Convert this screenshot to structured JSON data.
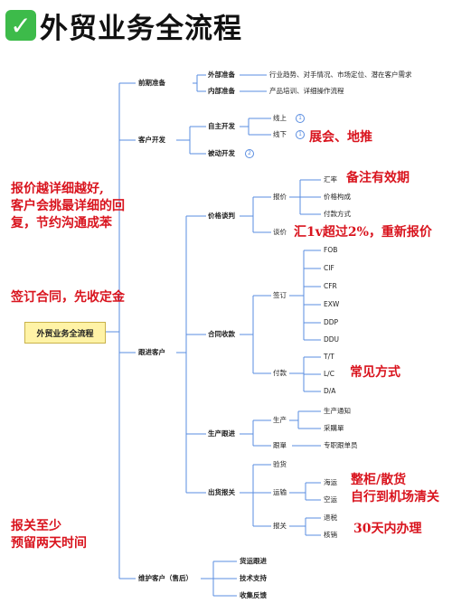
{
  "title": {
    "check": "✅",
    "text": "外贸业务全流程"
  },
  "root": "外贸业务全流程",
  "nodes": {
    "early": "前期准备",
    "external_prep": "外部准备",
    "external_detail": "行业趋势、对手情况、市场定位、潜在客户需求",
    "internal_prep": "内部准备",
    "internal_detail": "产品培训、详细操作流程",
    "dev": "客户开发",
    "active": "自主开发",
    "online": "线上",
    "offline": "线下",
    "passive": "被动开发",
    "circle1": "1",
    "circle1b": "1",
    "circle2": "2",
    "follow": "跟进客户",
    "price_talk": "价格谈判",
    "quote": "报价",
    "fx": "汇率",
    "price_comp": "价格构成",
    "payment_way": "付款方式",
    "negotiate": "谈价",
    "contract": "合同收款",
    "sign": "签订",
    "fob": "FOB",
    "cif": "CIF",
    "cfr": "CFR",
    "exw": "EXW",
    "ddp": "DDP",
    "ddu": "DDU",
    "pay": "付款",
    "tt": "T/T",
    "lc": "L/C",
    "da": "D/A",
    "prod_follow": "生产跟进",
    "production": "生产",
    "prod_notice": "生产通知",
    "purchase": "采購單",
    "track": "跟單",
    "track_staff": "专职跟单员",
    "ship": "出货报关",
    "inspect": "验货",
    "transport": "运输",
    "sea": "海运",
    "air": "空运",
    "customs": "报关",
    "tax_refund": "退税",
    "verify": "核销",
    "maintain": "维护客户（售后）",
    "goods_track": "货运跟进",
    "tech": "技术支持",
    "feedback": "收集反馈"
  },
  "annotations": {
    "quote_tip": [
      "报价越详细越好,",
      "客户会挑最详细的回",
      "复，节约沟通成苯"
    ],
    "contract_tip": "签订合同，先收定金",
    "customs_tip": [
      "报关至少",
      "预留两天时间"
    ],
    "expo": "展会、地推",
    "validity": "备注有效期",
    "requote": "汇1v超过2%，重新报价",
    "common_pay": "常见方式",
    "container": [
      "整柜/散货",
      "自行到机场清关"
    ],
    "thirty_days": "30天内办理"
  },
  "colors": {
    "line": "#5a8de0",
    "annotation": "#d9141e",
    "root_fill": "#fff3a6",
    "check": "#3dbb4a"
  }
}
